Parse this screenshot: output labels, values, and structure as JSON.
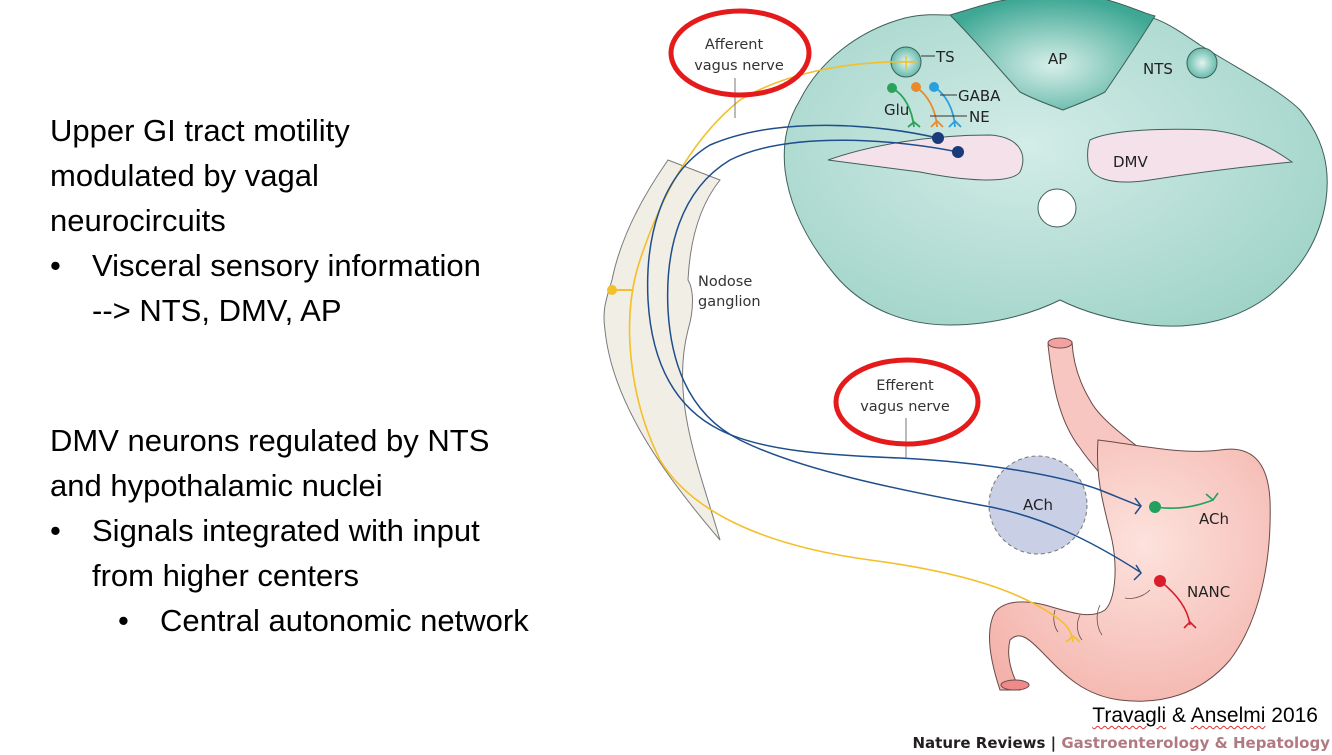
{
  "slide": {
    "block1": {
      "heading_lines": [
        "Upper GI tract motility",
        "modulated by vagal",
        "neurocircuits"
      ],
      "bullets": [
        {
          "lines": [
            "Visceral sensory information",
            "--> NTS, DMV, AP"
          ]
        }
      ]
    },
    "block2": {
      "heading_lines": [
        "DMV neurons regulated by NTS",
        "and hypothalamic nuclei"
      ],
      "bullets": [
        {
          "lines": [
            "Signals integrated with input",
            "from higher centers"
          ]
        }
      ],
      "sub_bullets": [
        {
          "text": "Central autonomic network"
        }
      ]
    },
    "bullet_glyph": "•"
  },
  "diagram": {
    "labels": {
      "afferent_line1": "Afferent",
      "afferent_line2": "vagus nerve",
      "efferent_line1": "Efferent",
      "efferent_line2": "vagus nerve",
      "ts": "TS",
      "ap": "AP",
      "nts": "NTS",
      "gaba": "GABA",
      "glu": "Glu",
      "ne": "NE",
      "dmv": "DMV",
      "nodose_line1": "Nodose",
      "nodose_line2": "ganglion",
      "ach_circle": "ACh",
      "ach_stomach": "ACh",
      "nanc": "NANC"
    },
    "colors": {
      "brainstem": "#a9d8cf",
      "ap_region": "#4fb3a2",
      "dmv_region": "#f5e1ea",
      "afferent_nerve": "#f3bf2a",
      "efferent_nerve": "#1f4e8c",
      "highlight_ellipse": "#e51b1b",
      "glu": "#2aa35a",
      "ne": "#ea8a2e",
      "gaba": "#2a9fe0",
      "ach_neuron": "#22a060",
      "nanc_neuron": "#d81e2a",
      "stomach": "#f7c6c0",
      "ach_pool": "#c9d0e6",
      "ganglion": "#f1eee6"
    }
  },
  "citation": {
    "authors_a": "Travagli",
    "amp": " & ",
    "authors_b": "Anselmi",
    "year": " 2016"
  },
  "footer": {
    "journal_prefix": "Nature Reviews",
    "separator": " | ",
    "journal_name": "Gastroenterology & Hepatology"
  }
}
